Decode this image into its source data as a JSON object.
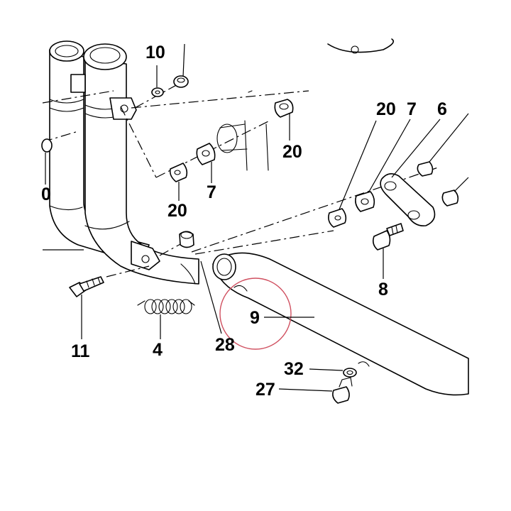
{
  "diagram": {
    "callouts": {
      "c10": "10",
      "c20_top": "20",
      "c7_mid": "7",
      "c20_mid": "20",
      "c20_right": "20",
      "c7_right": "7",
      "c6": "6",
      "c0_left": "0",
      "c8": "8",
      "c9": "9",
      "c11": "11",
      "c4": "4",
      "c28": "28",
      "c32": "32",
      "c27": "27"
    },
    "highlight_color": "#d05060",
    "line_color": "#000000"
  }
}
